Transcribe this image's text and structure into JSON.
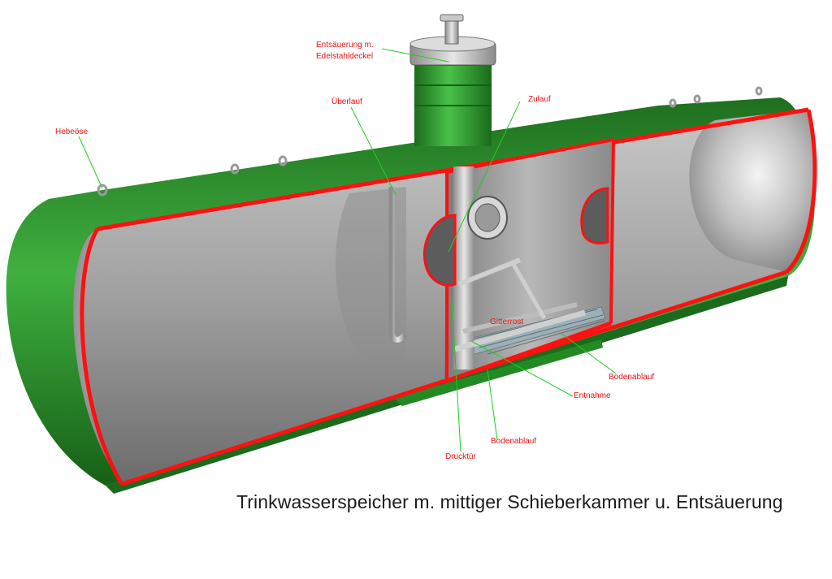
{
  "caption": "Trinkwasserspeicher m. mittiger Schieberkammer u. Entsäuerung",
  "colors": {
    "shell_green": "#2e9a2e",
    "cut_edge_red": "#ff1010",
    "interior_gray": "#9a9a9a",
    "label_red": "#ee1111",
    "leader_green": "#22cc22",
    "caption_text": "#1a1a1a"
  },
  "labels": {
    "entsaeuerung_line1": "Entsäuerung m.",
    "entsaeuerung_line2": "Edelstahldeckel",
    "ueberlauf": "Überlauf",
    "zulauf": "Zulauf",
    "hebeoese": "Hebeöse",
    "gitterrost": "Gitterrost",
    "bodenablauf_right": "Bodenablauf",
    "entnahme": "Entnahme",
    "bodenablauf_bottom": "Bodenablauf",
    "drucktuer": "Drucktür"
  }
}
